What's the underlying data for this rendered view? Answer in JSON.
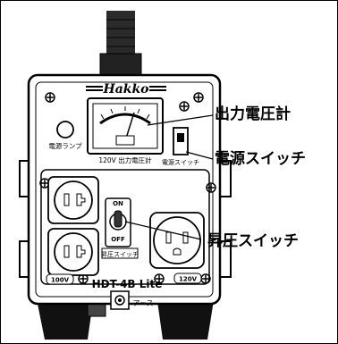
{
  "brand": "Hakko",
  "model": "HDT-4B Lite",
  "panel_labels": {
    "lamp": "電源ランプ",
    "meter": "120V 出力電圧計",
    "power_switch": "電源スイッチ",
    "boost_switch": "昇圧スイッチ",
    "on": "ON",
    "off": "OFF",
    "v100": "100V",
    "v120": "120V",
    "ground": "アース"
  },
  "callouts": {
    "meter": "出力電圧計",
    "power_switch": "電源スイッチ",
    "boost_switch": "昇圧スイッチ"
  }
}
